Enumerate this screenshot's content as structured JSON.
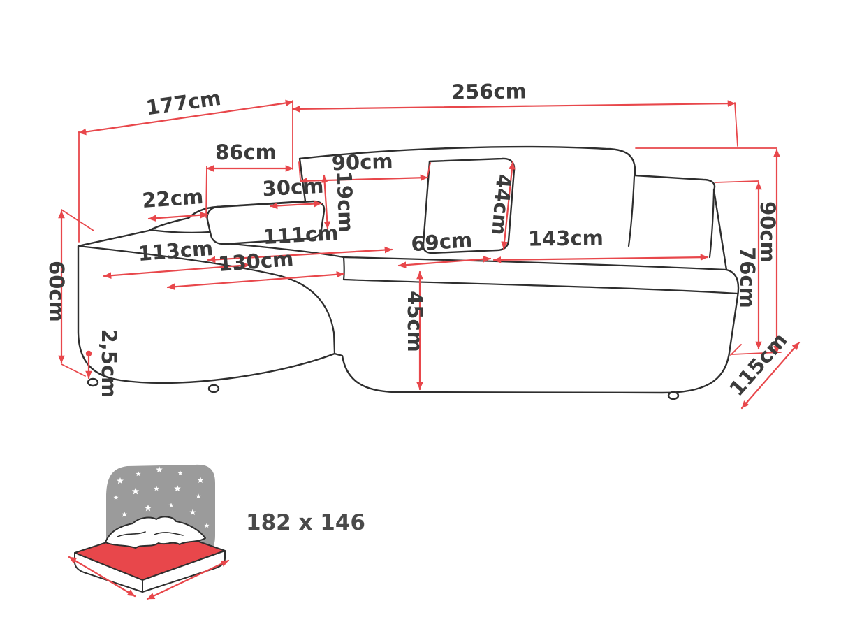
{
  "diagram": {
    "unit": "cm",
    "dims": {
      "d177": "177cm",
      "d256": "256cm",
      "d86": "86cm",
      "d90_back": "90cm",
      "d30": "30cm",
      "d19": "19cm",
      "d22": "22cm",
      "d44": "44cm",
      "d111": "111cm",
      "d113": "113cm",
      "d130": "130cm",
      "d69": "69cm",
      "d143": "143cm",
      "d60": "60cm",
      "d25": "2,5cm",
      "d45": "45cm",
      "d90_right": "90cm",
      "d76": "76cm",
      "d115": "115cm"
    }
  },
  "sleeping_area": {
    "size_label": "182 x 146",
    "icon": "bed-with-starry-headboard-icon"
  },
  "colors": {
    "dimension_line": "#E8474B",
    "label_text": "#3B3B3B",
    "drawing_outline": "#2E2E2E",
    "night_sky_gray": "#9B9B9B"
  }
}
